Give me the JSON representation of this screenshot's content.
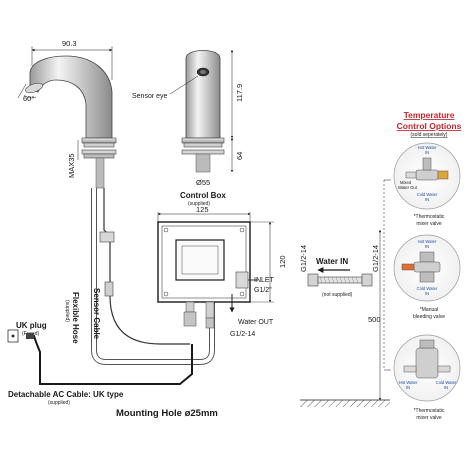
{
  "dims": {
    "spout_reach": "90.3",
    "spout_angle": "60°",
    "body_height": "117.9",
    "base_height": "64",
    "body_diameter": "Ø55",
    "max_deck": "MAX35",
    "box_width": "125",
    "box_height": "120",
    "height_to_floor": "500",
    "inlet_thread_upper": "G1/2-14",
    "inlet_thread_lower": "G1/2-14"
  },
  "labels": {
    "sensor_eye": "Sensor eye",
    "control_box": "Control Box",
    "control_box_note": "(supplied)",
    "inlet": "INLET",
    "inlet_thread": "G1/2\"",
    "water_in": "Water IN",
    "not_supplied": "(not supplied)",
    "water_out": "Water OUT",
    "water_out_thread": "G1/2-14",
    "flexible_hose": "Flexible Hose",
    "flexible_hose_note": "(supplied)",
    "sensor_cable": "Sensor Cable",
    "uk_plug": "UK plug",
    "uk_plug_note": "(Fused)",
    "ac_cable": "Detachable AC Cable: UK type",
    "ac_cable_note": "(supplied)",
    "mounting_hole": "Mounting Hole ø25mm"
  },
  "temperature_options": {
    "title_line1": "Temperature",
    "title_line2": "Control Options",
    "subtitle": "(sold seperately)",
    "options": [
      {
        "name": "*Thermostatic",
        "name2": "mixer valve",
        "hot": "Hot Water",
        "hot_in": "IN",
        "cold": "Cold Water",
        "cold_in": "IN",
        "mixed": "Mixed",
        "mixed2": "Water Out"
      },
      {
        "name": "*Manual",
        "name2": "bleeding valve",
        "hot": "Hot Water",
        "hot_in": "IN",
        "cold": "Cold Water",
        "cold_in": "IN"
      },
      {
        "name": "*Thermostatic",
        "name2": "mixer valve",
        "hot": "Hot Water",
        "hot_in": "IN",
        "cold": "Cold Water",
        "cold_in": "IN"
      }
    ]
  },
  "colors": {
    "accent_red": "#c0262d",
    "hot_blue": "#1f4fa8",
    "line": "#1a1a1a",
    "metal": "#c8c8c8"
  }
}
